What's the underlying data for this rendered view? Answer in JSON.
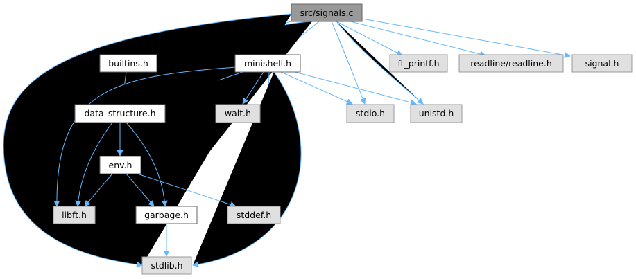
{
  "colors": {
    "edge": "#63b8ff",
    "node_root_fill": "#999999",
    "node_root_stroke": "#666666",
    "node_documented_fill": "#ffffff",
    "node_documented_stroke": "#666666",
    "node_external_fill": "#e0e0e0",
    "node_external_stroke": "#999999"
  },
  "nodes": {
    "root": "src/signals.c",
    "builtins": "builtins.h",
    "minishell": "minishell.h",
    "ft_printf": "ft_printf.h",
    "readline": "readline/readline.h",
    "signal": "signal.h",
    "data_structure": "data_structure.h",
    "wait": "wait.h",
    "stdio": "stdio.h",
    "unistd": "unistd.h",
    "env": "env.h",
    "libft": "libft.h",
    "garbage": "garbage.h",
    "stddef": "stddef.h",
    "stdlib": "stdlib.h"
  }
}
